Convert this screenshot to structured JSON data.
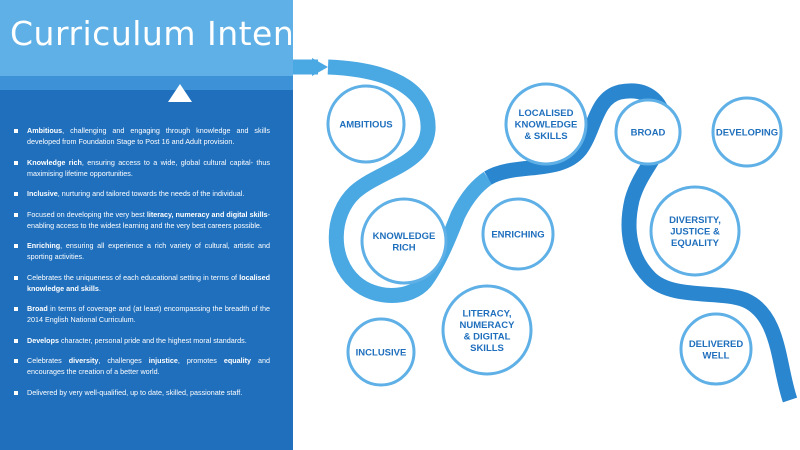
{
  "title": "Curriculum Intent",
  "colors": {
    "panel": "#1f6fbd",
    "title_bar": "#5fb0e6",
    "ribbon": "#4aa8e3",
    "ribbon_dark": "#2a86cf",
    "circle_border": "#5fb0e6",
    "label": "#1f6fbd"
  },
  "bullets": [
    {
      "bold": "Ambitious",
      "text": ", challenging and engaging through knowledge and skills developed from Foundation Stage to Post 16 and Adult provision."
    },
    {
      "bold": "Knowledge rich",
      "text": ", ensuring access to a  wide, global cultural capital- thus maximising lifetime opportunities."
    },
    {
      "bold": "Inclusive",
      "text": ", nurturing and tailored towards the needs of the individual."
    },
    {
      "pre": "Focused on developing the very best ",
      "bold": "literacy, numeracy and digital skills",
      "text": "- enabling access to the widest learning and the very best careers possible."
    },
    {
      "bold": "Enriching",
      "text": ", ensuring all experience a rich variety of cultural, artistic and sporting activities."
    },
    {
      "pre": "Celebrates the uniqueness of each educational setting in terms of ",
      "bold": "localised knowledge and skills",
      "text": "."
    },
    {
      "bold": "Broad",
      "text": " in terms of coverage and (at least) encompassing the breadth of the 2014 English National Curriculum."
    },
    {
      "bold": "Develops",
      "text": " character, personal pride and the highest moral standards."
    },
    {
      "pre": "Celebrates ",
      "bold": "diversity",
      "text": ", challenges ",
      "bold2": "injustice",
      "text2": ", promotes ",
      "bold3": "equality",
      "text3": " and encourages the creation of a better world."
    },
    {
      "text": "Delivered by very well-qualified, up to date, skilled, passionate staff."
    }
  ],
  "nodes": [
    {
      "lines": [
        "AMBITIOUS"
      ]
    },
    {
      "lines": [
        "KNOWLEDGE",
        "RICH"
      ]
    },
    {
      "lines": [
        "INCLUSIVE"
      ]
    },
    {
      "lines": [
        "LOCALISED",
        "KNOWLEDGE",
        "& SKILLS"
      ]
    },
    {
      "lines": [
        "ENRICHING"
      ]
    },
    {
      "lines": [
        "LITERACY,",
        "NUMERACY",
        "& DIGITAL",
        "SKILLS"
      ]
    },
    {
      "lines": [
        "BROAD"
      ]
    },
    {
      "lines": [
        "DEVELOPING"
      ]
    },
    {
      "lines": [
        "DIVERSITY,",
        "JUSTICE &",
        "EQUALITY"
      ]
    },
    {
      "lines": [
        "DELIVERED",
        "WELL"
      ]
    }
  ]
}
